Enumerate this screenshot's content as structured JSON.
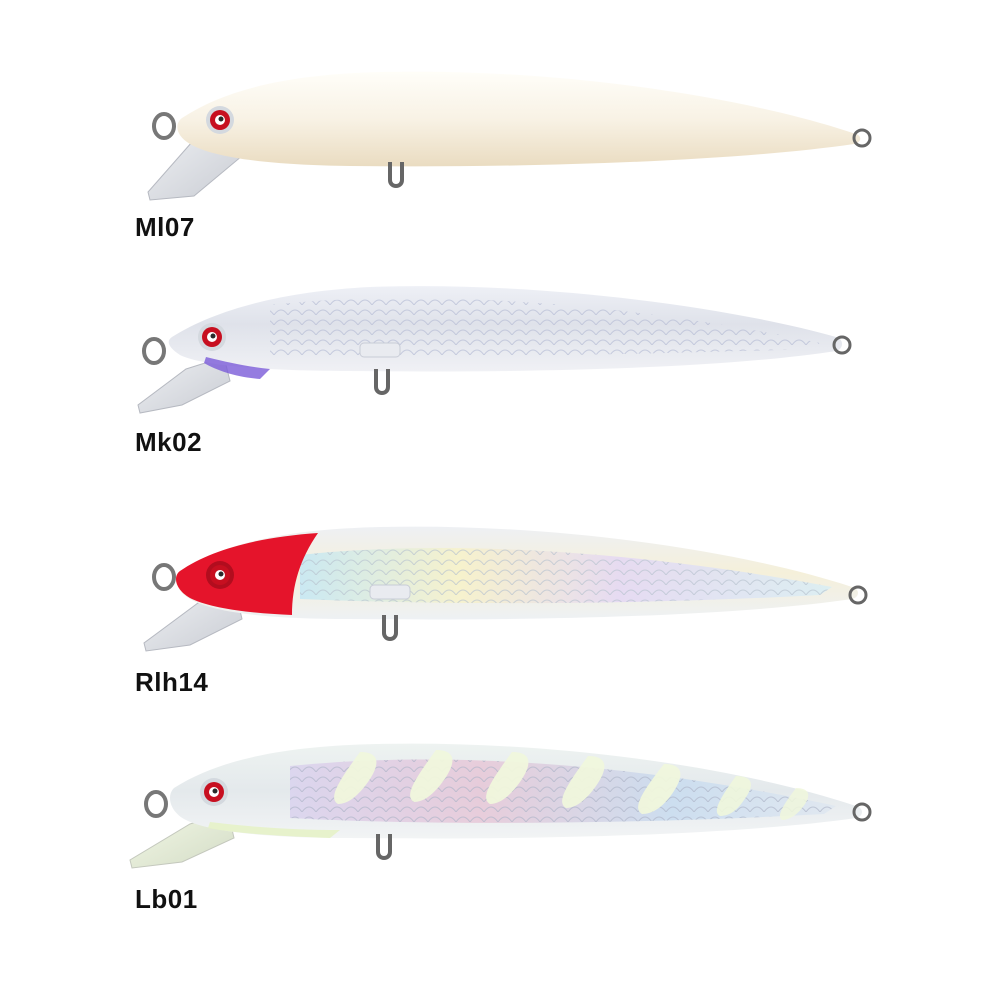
{
  "lures": [
    {
      "code": "Ml07",
      "body_top": "#fbfaf4",
      "body_bottom": "#eee5cf",
      "head_color": "#f6f0e2",
      "lip_color": "#d7d9de",
      "accent": "#f1e5c9",
      "pattern": "solid"
    },
    {
      "code": "Mk02",
      "body_top": "#eef0f6",
      "body_bottom": "#dfe2ec",
      "head_color": "#e7e9f2",
      "lip_color": "#d7d9de",
      "accent": "#7a5bd8",
      "pattern": "scales"
    },
    {
      "code": "Rlh14",
      "body_top": "#eef0f4",
      "body_bottom": "#e6e8ef",
      "head_color": "#e5142b",
      "lip_color": "#d7d9de",
      "accent": "#d5ecf5",
      "pattern": "holo"
    },
    {
      "code": "Lb01",
      "body_top": "#eef3f1",
      "body_bottom": "#e2e8ea",
      "head_color": "#e7ecef",
      "lip_color": "#e9f2d8",
      "accent": "#f0f7dc",
      "pattern": "tiger"
    }
  ]
}
